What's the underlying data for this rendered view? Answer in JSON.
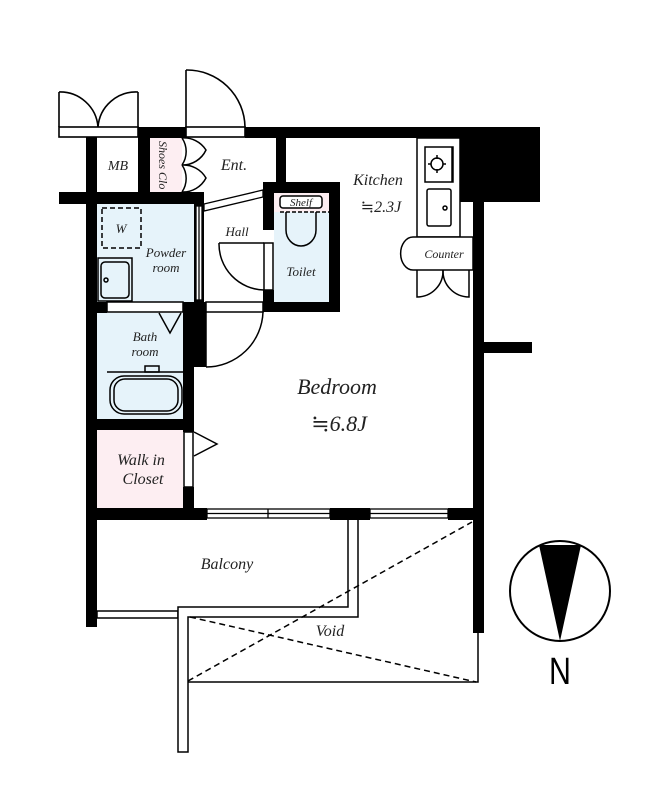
{
  "plan": {
    "colors": {
      "wall": "#000000",
      "wet_area": "#e6f3fa",
      "storage": "#fdeef2",
      "background": "#ffffff"
    },
    "rooms": {
      "mb": {
        "label": "MB"
      },
      "shoes_closet": {
        "label": "Shoes Clo"
      },
      "entrance": {
        "label": "Ent."
      },
      "kitchen": {
        "label": "Kitchen",
        "area": "≒2.3J"
      },
      "shelf": {
        "label": "Shelf"
      },
      "hall": {
        "label": "Hall"
      },
      "toilet": {
        "label": "Toilet"
      },
      "powder_room": {
        "label_line1": "Powder",
        "label_line2": "room"
      },
      "washer": {
        "label": "W"
      },
      "counter": {
        "label": "Counter"
      },
      "bath_room": {
        "label_line1": "Bath",
        "label_line2": "room"
      },
      "bedroom": {
        "label": "Bedroom",
        "area": "≒6.8J"
      },
      "walk_in_closet": {
        "label_line1": "Walk in",
        "label_line2": "Closet"
      },
      "balcony": {
        "label": "Balcony"
      },
      "void": {
        "label": "Void"
      }
    },
    "compass": {
      "label": "N"
    }
  }
}
